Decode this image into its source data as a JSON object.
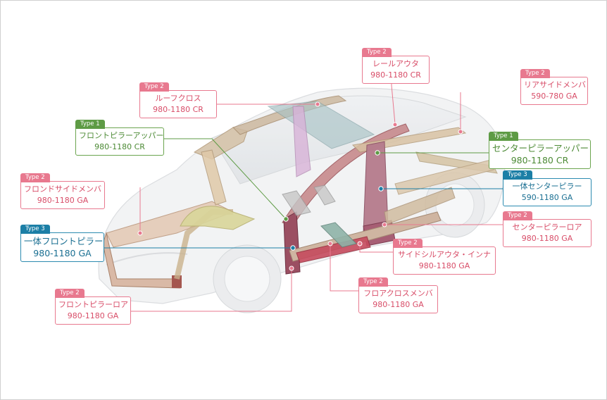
{
  "colors": {
    "type1": "#5e9b45",
    "type2": "#e8798f",
    "type3": "#1c7fa6"
  },
  "labels": [
    {
      "id": "rail-outer",
      "type": "Type 2",
      "name": "レールアウタ",
      "grade": "980-1180 CR"
    },
    {
      "id": "rear-side-member",
      "type": "Type 2",
      "name": "リアサイドメンバ",
      "grade": "590-780 GA"
    },
    {
      "id": "roof-cross",
      "type": "Type 2",
      "name": "ルーフクロス",
      "grade": "980-1180 CR"
    },
    {
      "id": "front-pillar-upper",
      "type": "Type 1",
      "name": "フロントピラーアッパー",
      "grade": "980-1180 CR"
    },
    {
      "id": "center-pillar-upper",
      "type": "Type 1",
      "name": "センターピラーアッパー",
      "grade": "980-1180 CR"
    },
    {
      "id": "front-side-member",
      "type": "Type 2",
      "name": "フロンドサイドメンバ",
      "grade": "980-1180 GA"
    },
    {
      "id": "center-pillar-integrated",
      "type": "Type 3",
      "name": "一体センターピラー",
      "grade": "590-1180 GA"
    },
    {
      "id": "center-pillar-lower",
      "type": "Type 2",
      "name": "センターピラーロア",
      "grade": "980-1180 GA"
    },
    {
      "id": "front-pillar-integrated",
      "type": "Type 3",
      "name": "一体フロントピラー",
      "grade": "980-1180 GA"
    },
    {
      "id": "side-sill",
      "type": "Type 2",
      "name": "サイドシルアウタ・インナ",
      "grade": "980-1180 GA"
    },
    {
      "id": "floor-cross-member",
      "type": "Type 2",
      "name": "フロアクロスメンバ",
      "grade": "980-1180 GA"
    },
    {
      "id": "front-pillar-lower",
      "type": "Type 2",
      "name": "フロントピラーロア",
      "grade": "980-1180 GA"
    }
  ]
}
